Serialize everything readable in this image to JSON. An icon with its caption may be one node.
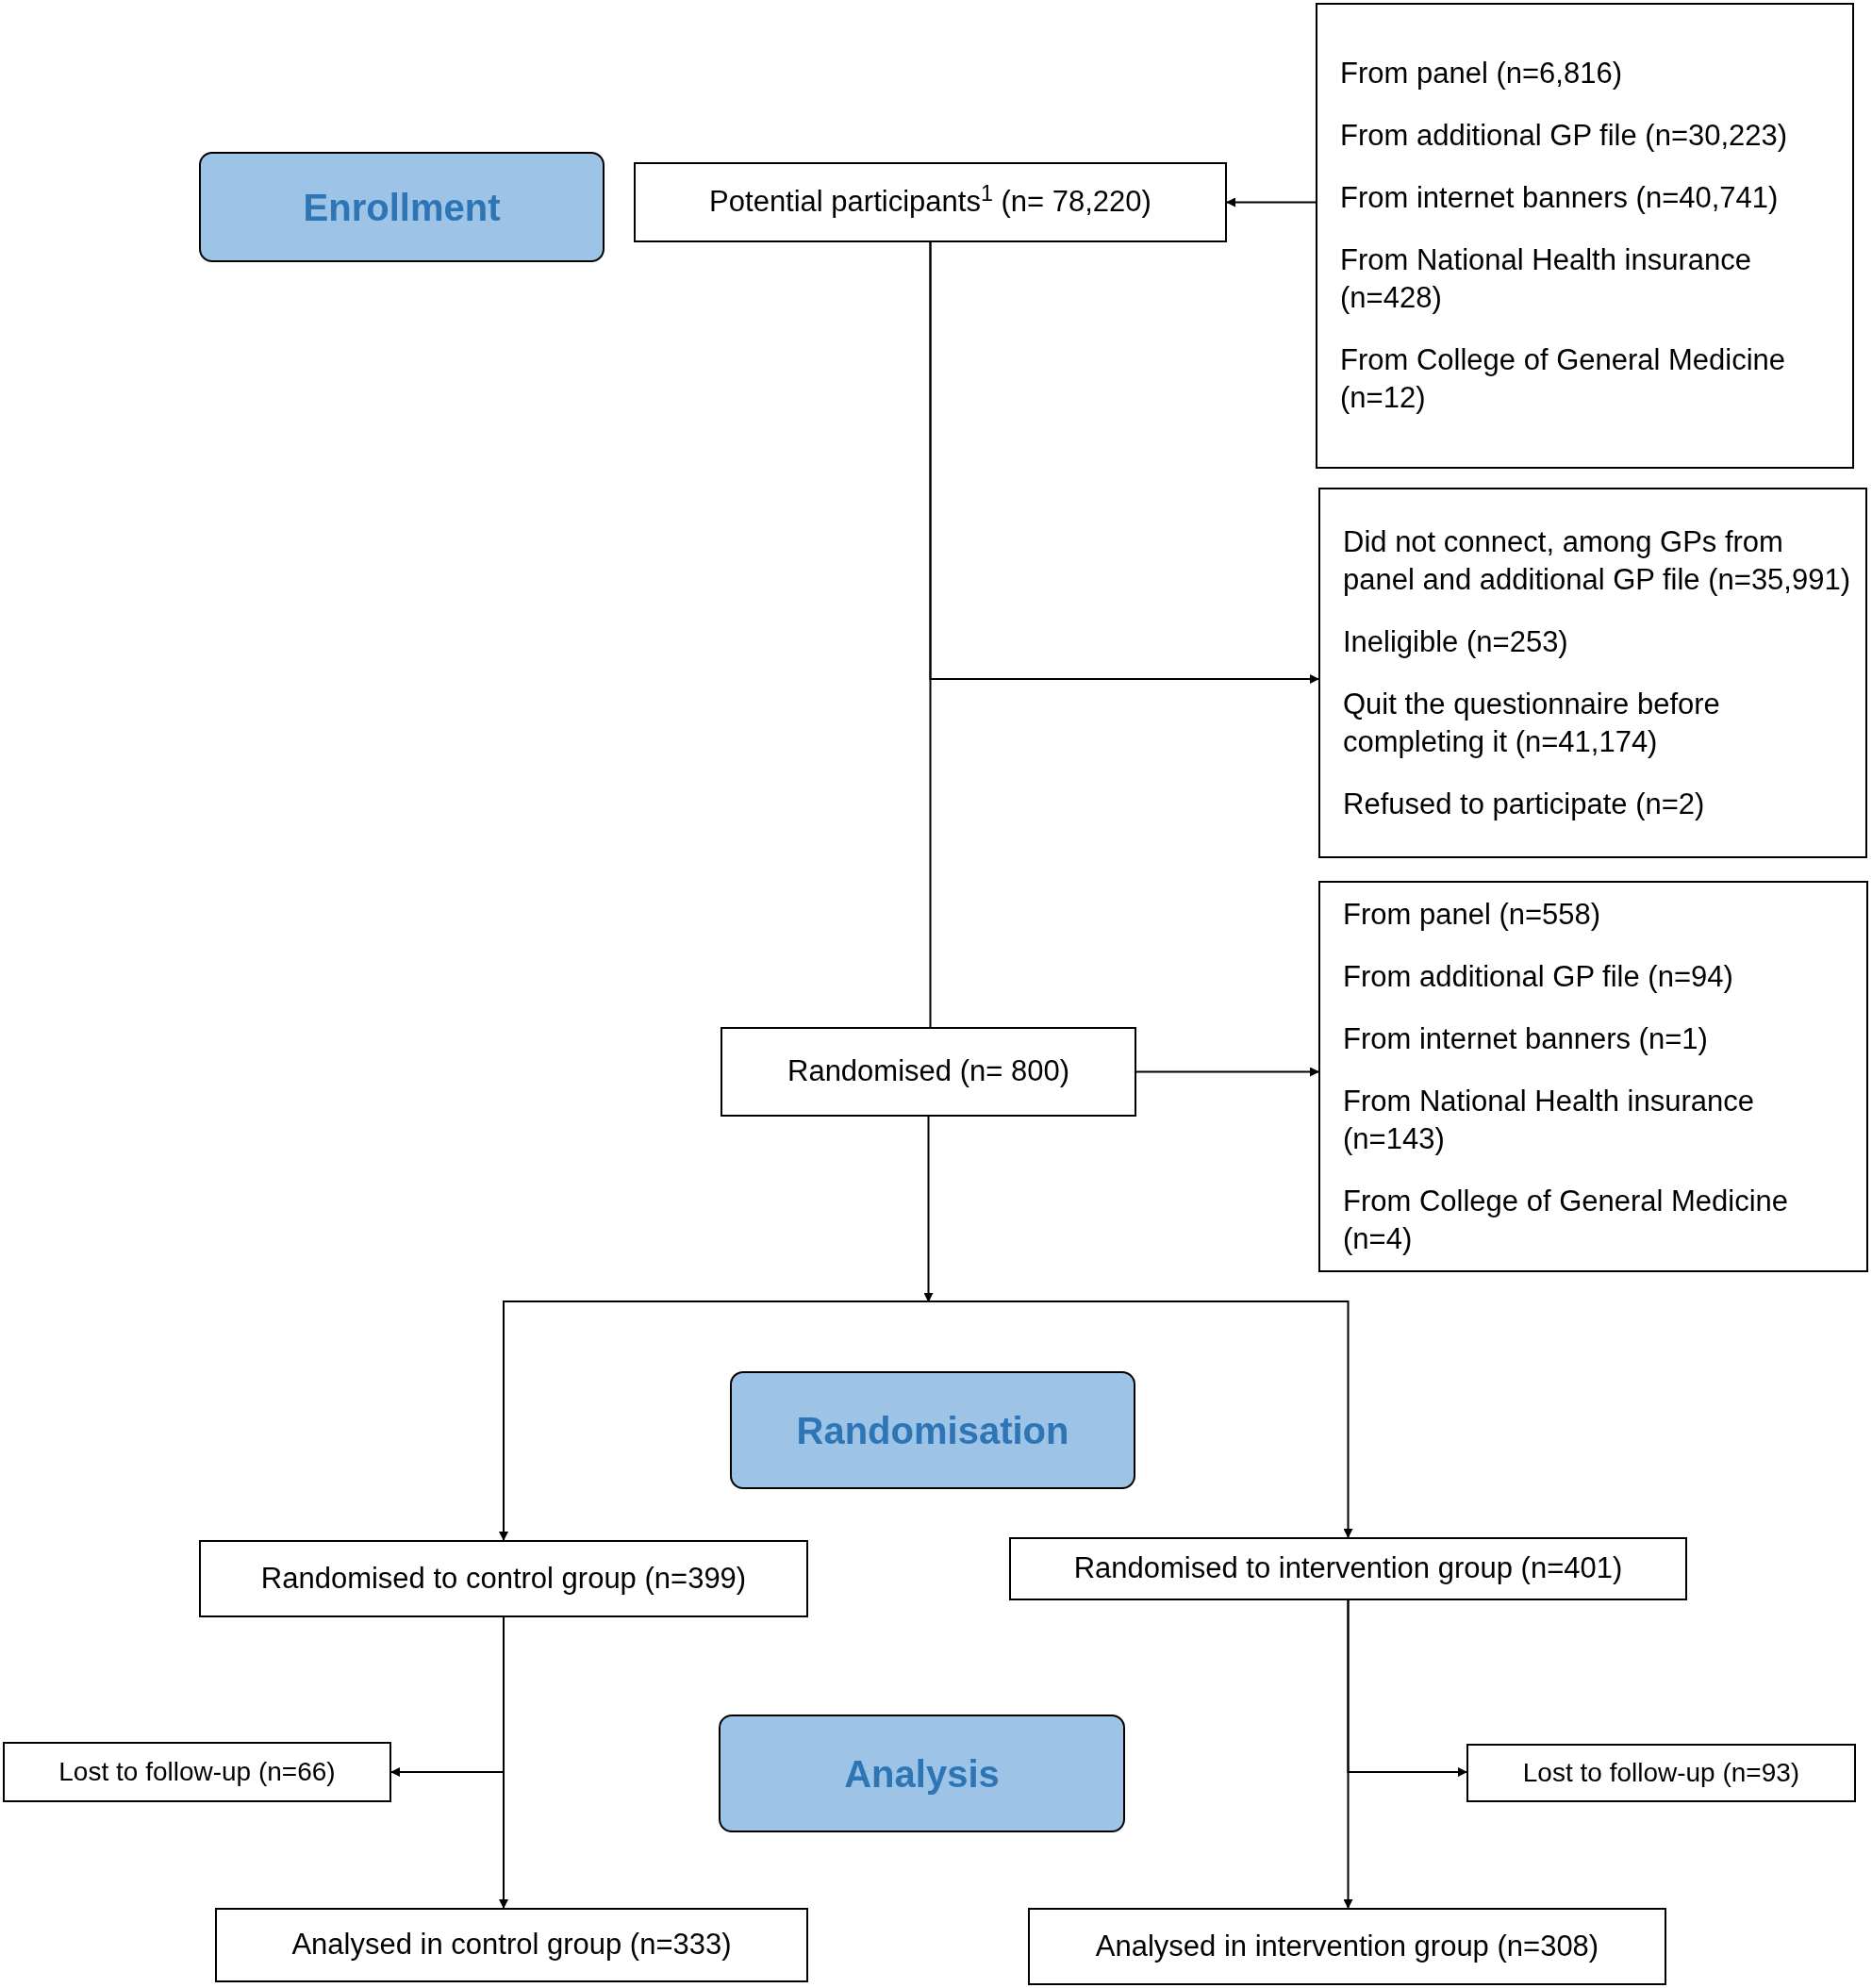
{
  "diagram": {
    "nodes": [
      {
        "text": [
          "Enrollment"
        ]
      },
      {
        "text": [
          "Potential participants$^{1}$ (n= 78,220)"
        ]
      },
      {
        "text": [
          "From panel (n=6,816)",
          "From additional GP file (n=30,223)",
          "From internet banners (n=40,741)",
          "From National Health insurance (n=428)",
          "From College of General Medicine (n=12)"
        ]
      },
      {
        "text": [
          "Did not connect, among GPs from panel and additional GP file (n=35,991)",
          "Ineligible (n=253)",
          "Quit the questionnaire before completing it (n=41,174)",
          "Refused to participate (n=2)"
        ]
      },
      {
        "text": [
          "Randomised (n= 800)"
        ]
      },
      {
        "text": [
          "From panel (n=558)",
          "From additional GP file (n=94)",
          "From internet banners (n=1)",
          "From National Health insurance (n=143)",
          "From College of General Medicine (n=4)"
        ]
      },
      {
        "text": [
          "Randomisation"
        ]
      },
      {
        "text": [
          "Randomised to control group (n=399)"
        ]
      },
      {
        "text": [
          "Randomised to intervention group (n=401)"
        ]
      },
      {
        "text": [
          "Analysis"
        ]
      },
      {
        "text": [
          "Lost to follow-up (n=66)"
        ]
      },
      {
        "text": [
          "Analysed in control group (n=333)"
        ]
      },
      {
        "text": [
          "Lost to follow-up (n=93)"
        ]
      },
      {
        "text": [
          "Analysed in intervention group (n=308)"
        ]
      }
    ],
    "edges": [
      {
        "from": 2,
        "to": 1,
        "arrow": "to"
      },
      {
        "from": 1,
        "to": 3,
        "arrow": "to"
      },
      {
        "from": 1,
        "to": 4,
        "arrow": "none"
      },
      {
        "from": 4,
        "to": 5,
        "arrow": "to"
      },
      {
        "from": 4,
        "to": 7,
        "arrow": "to"
      },
      {
        "from": 4,
        "to": 8,
        "arrow": "to"
      },
      {
        "from": 7,
        "to": 10,
        "arrow": "to"
      },
      {
        "from": 7,
        "to": 11,
        "arrow": "to"
      },
      {
        "from": 8,
        "to": 12,
        "arrow": "to"
      },
      {
        "from": 8,
        "to": 13,
        "arrow": "to"
      }
    ]
  }
}
